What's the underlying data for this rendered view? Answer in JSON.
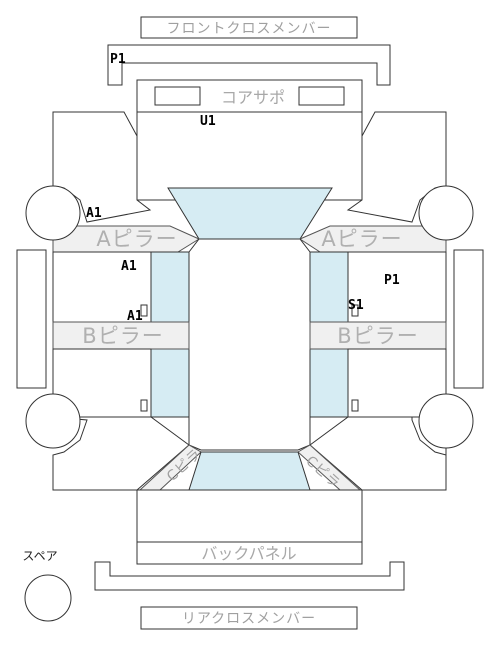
{
  "labels": {
    "front_cross_member": "フロントクロスメンバー",
    "core_support": "コアサポ",
    "a_pillar_left": "Aピラー",
    "a_pillar_right": "Aピラー",
    "b_pillar_left": "Bピラー",
    "b_pillar_right": "Bピラー",
    "back_panel": "バックパネル",
    "rear_cross_member": "リアクロスメンバー",
    "spare": "スペア",
    "c_pillar_left": "Cピラ",
    "c_pillar_right": "Cピラ"
  },
  "damage_codes": {
    "p1_front": "P1",
    "u1": "U1",
    "a1_left_front": "A1",
    "a1_left_door": "A1",
    "a1_left_b": "A1",
    "p1_right": "P1",
    "s1_right": "S1"
  },
  "colors": {
    "glass": "#d6ecf3",
    "line": "#333333",
    "label_gray": "#a8a8a8"
  }
}
